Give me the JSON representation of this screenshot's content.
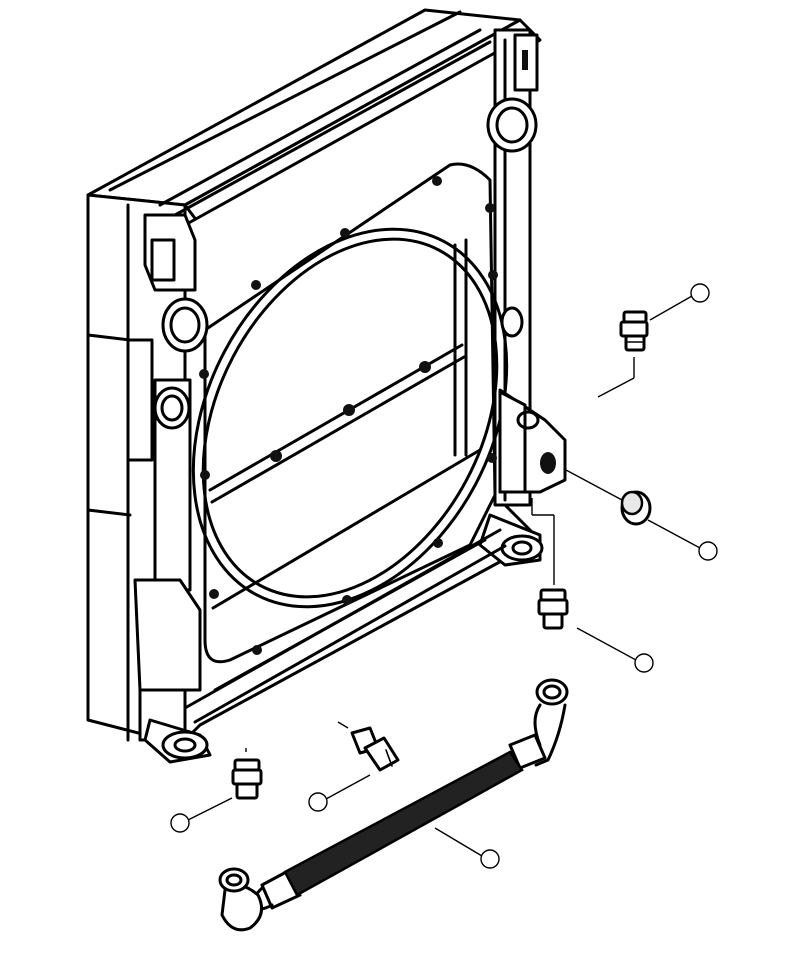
{
  "diagram": {
    "subject": "radiator-cooler-assembly-exploded-view",
    "callouts": [
      {
        "id": "fitting-straight-upper",
        "label": ""
      },
      {
        "id": "plug-cap",
        "label": ""
      },
      {
        "id": "fitting-straight-lower",
        "label": ""
      },
      {
        "id": "fitting-elbow-45",
        "label": ""
      },
      {
        "id": "fitting-straight-left",
        "label": ""
      },
      {
        "id": "hose-assembly",
        "label": ""
      }
    ],
    "colors": {
      "ink": "#000000",
      "paper": "#ffffff",
      "shade": "#e8e8e8"
    }
  }
}
